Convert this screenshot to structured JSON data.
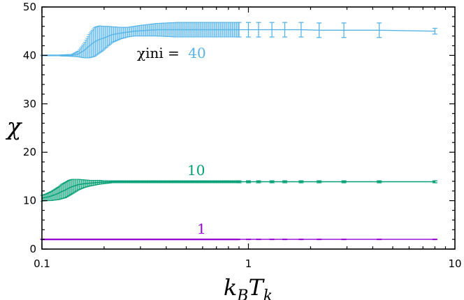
{
  "chart_data": {
    "type": "scatter",
    "title": "",
    "xlabel": "k_B T_k",
    "ylabel": "χ",
    "x_scale": "log",
    "xlim": [
      0.1,
      10
    ],
    "ylim": [
      0,
      50
    ],
    "x_ticks": [
      0.1,
      1,
      10
    ],
    "x_tick_labels": [
      "0.1",
      "1",
      "10"
    ],
    "y_ticks": [
      0,
      10,
      20,
      30,
      40,
      50
    ],
    "y_tick_labels": [
      "0",
      "10",
      "20",
      "30",
      "40",
      "50"
    ],
    "grid": false,
    "legend": "none",
    "error_bars": true,
    "series": [
      {
        "color": "#56b4e9",
        "points": [
          [
            0.1,
            40.0,
            0.1
          ],
          [
            0.12,
            40.0,
            0.1
          ],
          [
            0.14,
            40.0,
            0.2
          ],
          [
            0.15,
            40.3,
            0.6
          ],
          [
            0.16,
            41.0,
            1.5
          ],
          [
            0.17,
            42.0,
            2.5
          ],
          [
            0.18,
            42.8,
            3.0
          ],
          [
            0.19,
            43.3,
            2.8
          ],
          [
            0.2,
            43.6,
            2.4
          ],
          [
            0.21,
            44.0,
            2.0
          ],
          [
            0.22,
            44.3,
            1.6
          ],
          [
            0.24,
            44.6,
            1.2
          ],
          [
            0.26,
            44.8,
            1.0
          ],
          [
            0.28,
            45.0,
            1.0
          ],
          [
            0.3,
            45.1,
            1.1
          ],
          [
            0.33,
            45.2,
            1.2
          ],
          [
            0.36,
            45.3,
            1.3
          ],
          [
            0.4,
            45.3,
            1.4
          ],
          [
            0.45,
            45.3,
            1.5
          ],
          [
            0.5,
            45.3,
            1.5
          ],
          [
            0.56,
            45.3,
            1.5
          ],
          [
            0.63,
            45.3,
            1.5
          ],
          [
            0.71,
            45.3,
            1.5
          ],
          [
            0.8,
            45.3,
            1.5
          ],
          [
            0.9,
            45.3,
            1.5
          ],
          [
            1.0,
            45.3,
            1.5
          ],
          [
            1.12,
            45.3,
            1.5
          ],
          [
            1.3,
            45.3,
            1.5
          ],
          [
            1.5,
            45.3,
            1.5
          ],
          [
            1.8,
            45.3,
            1.5
          ],
          [
            2.2,
            45.2,
            1.5
          ],
          [
            2.9,
            45.2,
            1.5
          ],
          [
            4.3,
            45.2,
            1.5
          ],
          [
            8.0,
            45.0,
            0.6
          ]
        ]
      },
      {
        "color": "#009e73",
        "points": [
          [
            0.1,
            10.5,
            0.6
          ],
          [
            0.105,
            10.7,
            0.7
          ],
          [
            0.11,
            10.9,
            0.9
          ],
          [
            0.115,
            11.2,
            1.1
          ],
          [
            0.12,
            11.5,
            1.3
          ],
          [
            0.125,
            11.9,
            1.5
          ],
          [
            0.13,
            12.2,
            1.6
          ],
          [
            0.135,
            12.6,
            1.6
          ],
          [
            0.14,
            12.9,
            1.5
          ],
          [
            0.145,
            13.1,
            1.3
          ],
          [
            0.15,
            13.3,
            1.1
          ],
          [
            0.16,
            13.5,
            0.8
          ],
          [
            0.17,
            13.6,
            0.6
          ],
          [
            0.18,
            13.7,
            0.5
          ],
          [
            0.19,
            13.8,
            0.4
          ],
          [
            0.2,
            13.8,
            0.3
          ],
          [
            0.22,
            13.9,
            0.2
          ],
          [
            0.25,
            13.9,
            0.2
          ],
          [
            0.3,
            13.9,
            0.2
          ],
          [
            0.4,
            13.9,
            0.2
          ],
          [
            0.5,
            13.9,
            0.2
          ],
          [
            0.6,
            13.9,
            0.2
          ],
          [
            0.7,
            13.9,
            0.2
          ],
          [
            0.8,
            13.9,
            0.2
          ],
          [
            0.9,
            13.9,
            0.2
          ],
          [
            1.0,
            13.9,
            0.2
          ],
          [
            1.12,
            13.9,
            0.2
          ],
          [
            1.3,
            13.9,
            0.2
          ],
          [
            1.5,
            13.9,
            0.2
          ],
          [
            1.8,
            13.9,
            0.2
          ],
          [
            2.2,
            13.9,
            0.2
          ],
          [
            2.9,
            13.9,
            0.2
          ],
          [
            4.3,
            13.9,
            0.2
          ],
          [
            8.0,
            13.9,
            0.2
          ]
        ]
      },
      {
        "color": "#9400d3",
        "points": [
          [
            0.1,
            2.0,
            0.05
          ],
          [
            0.12,
            2.0,
            0.05
          ],
          [
            0.15,
            2.0,
            0.05
          ],
          [
            0.2,
            2.0,
            0.05
          ],
          [
            0.3,
            2.0,
            0.05
          ],
          [
            0.5,
            2.0,
            0.05
          ],
          [
            0.7,
            2.0,
            0.05
          ],
          [
            1.0,
            2.0,
            0.05
          ],
          [
            1.12,
            2.0,
            0.05
          ],
          [
            1.3,
            2.0,
            0.05
          ],
          [
            1.5,
            2.0,
            0.05
          ],
          [
            1.8,
            2.0,
            0.05
          ],
          [
            2.2,
            2.0,
            0.05
          ],
          [
            2.9,
            2.0,
            0.05
          ],
          [
            4.3,
            2.0,
            0.05
          ],
          [
            8.0,
            2.0,
            0.05
          ]
        ]
      }
    ],
    "annotations": [
      {
        "prefix": "χini =",
        "value": "40",
        "color": "#56b4e9"
      },
      {
        "prefix": "",
        "value": "10",
        "color": "#009e73"
      },
      {
        "prefix": "",
        "value": "1",
        "color": "#9400d3"
      }
    ]
  }
}
